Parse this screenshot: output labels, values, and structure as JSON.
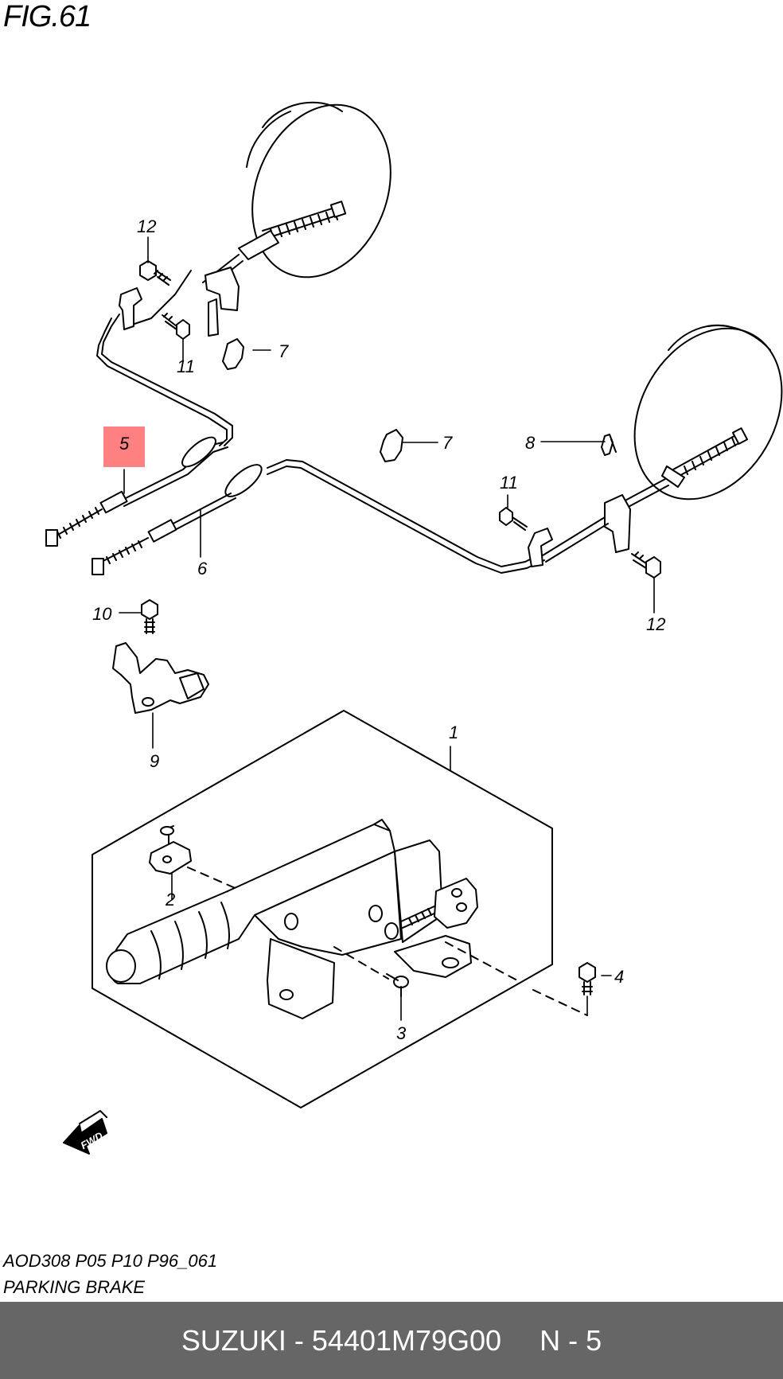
{
  "figure": {
    "title": "FIG.61"
  },
  "callouts": {
    "c1": "1",
    "c2": "2",
    "c3": "3",
    "c4": "4",
    "c5": "5",
    "c6": "6",
    "c7a": "7",
    "c7b": "7",
    "c8": "8",
    "c9": "9",
    "c10": "10",
    "c11a": "11",
    "c11b": "11",
    "c12a": "12",
    "c12b": "12"
  },
  "highlight": {
    "callout": "5",
    "color": "#ff8080"
  },
  "fwd_label": "FWD",
  "caption": {
    "code": "AOD308 P05 P10 P96_061",
    "name": "PARKING BRAKE"
  },
  "footer": {
    "part": "SUZUKI - 54401M79G00",
    "ref": "N - 5",
    "background": "#666666"
  }
}
